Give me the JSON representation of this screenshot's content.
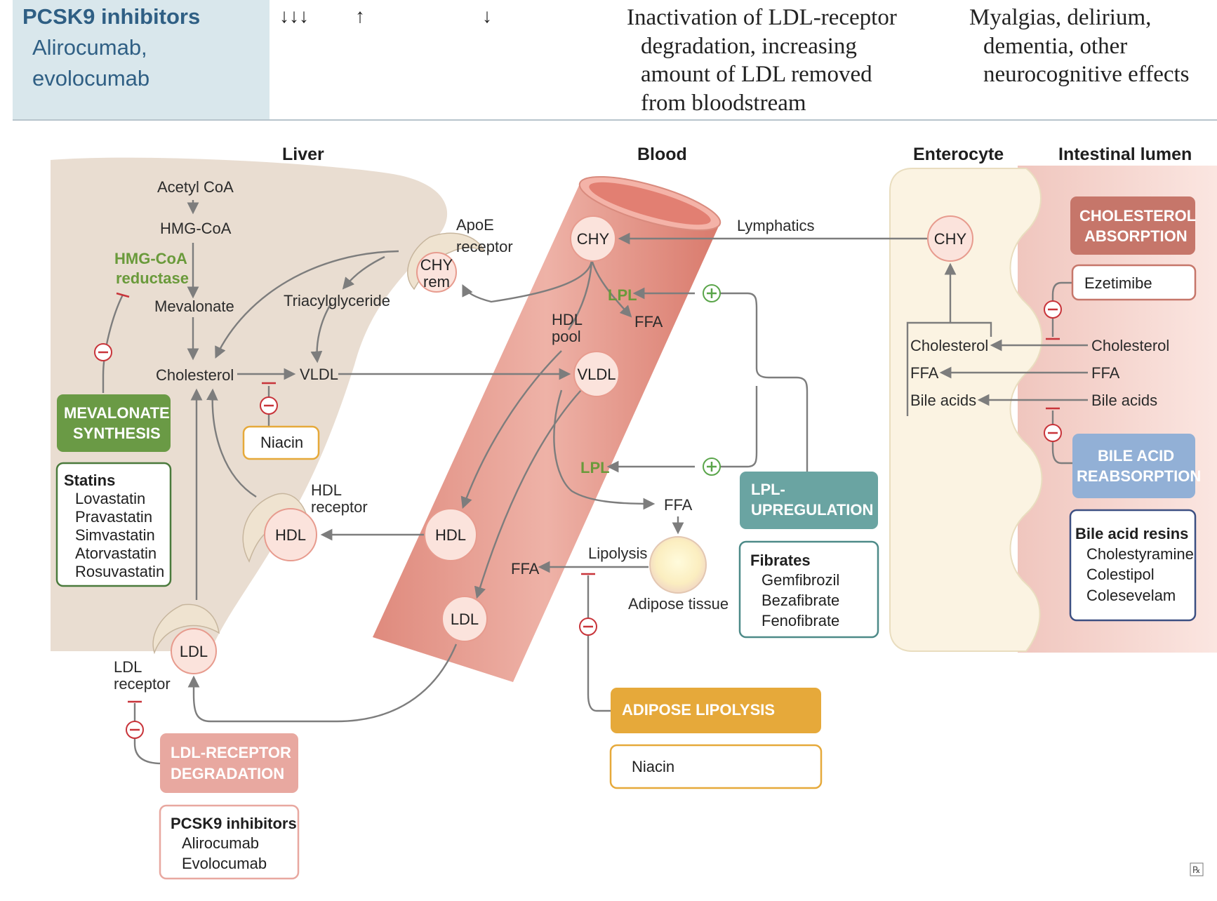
{
  "table_row": {
    "drug_class": "PCSK9 inhibitors",
    "drug_names_line1": "Alirocumab,",
    "drug_names_line2": "evolocumab",
    "ldl_effect": "↓↓↓",
    "hdl_effect": "↑",
    "tg_effect": "↓",
    "mechanism_lines": [
      "Inactivation of LDL-receptor",
      "degradation, increasing",
      "amount of LDL removed",
      "from bloodstream"
    ],
    "adverse_lines": [
      "Myalgias, delirium,",
      "dementia, other",
      "neurocognitive effects"
    ]
  },
  "columns": {
    "liver": "Liver",
    "blood": "Blood",
    "enterocyte": "Enterocyte",
    "lumen": "Intestinal lumen"
  },
  "liver": {
    "acetyl_coa": "Acetyl CoA",
    "hmg_coa": "HMG-CoA",
    "hmg_reductase_1": "HMG-CoA",
    "hmg_reductase_2": "reductase",
    "mevalonate": "Mevalonate",
    "cholesterol": "Cholesterol",
    "vldl": "VLDL",
    "triacylglyceride": "Triacylglyceride",
    "apoe_1": "ApoE",
    "apoe_2": "receptor",
    "chy_rem_1": "CHY",
    "chy_rem_2": "rem",
    "hdl_receptor_1": "HDL",
    "hdl_receptor_2": "receptor",
    "hdl": "HDL",
    "ldl": "LDL",
    "ldl_receptor_1": "LDL",
    "ldl_receptor_2": "receptor"
  },
  "blood": {
    "chy": "CHY",
    "lymphatics": "Lymphatics",
    "lpl_top": "LPL",
    "ffa_top": "FFA",
    "hdl_pool_1": "HDL",
    "hdl_pool_2": "pool",
    "vldl": "VLDL",
    "lpl_mid": "LPL",
    "ffa_mid": "FFA",
    "hdl": "HDL",
    "ldl": "LDL",
    "ffa_left": "FFA",
    "lipolysis": "Lipolysis",
    "adipose": "Adipose tissue"
  },
  "enterocyte": {
    "chy": "CHY",
    "cholesterol": "Cholesterol",
    "ffa": "FFA",
    "bile_acids": "Bile acids"
  },
  "lumen": {
    "cholesterol": "Cholesterol",
    "ffa": "FFA",
    "bile_acids": "Bile acids"
  },
  "boxes": {
    "mevalonate_1": "MEVALONATE",
    "mevalonate_2": "SYNTHESIS",
    "statins_title": "Statins",
    "statins": [
      "Lovastatin",
      "Pravastatin",
      "Simvastatin",
      "Atorvastatin",
      "Rosuvastatin"
    ],
    "niacin_liver": "Niacin",
    "lpl_1": "LPL-",
    "lpl_2": "UPREGULATION",
    "fibrates_title": "Fibrates",
    "fibrates": [
      "Gemfibrozil",
      "Bezafibrate",
      "Fenofibrate"
    ],
    "adipose_title": "ADIPOSE LIPOLYSIS",
    "niacin_adipose": "Niacin",
    "ldlr_1": "LDL-RECEPTOR",
    "ldlr_2": "DEGRADATION",
    "pcsk9_title": "PCSK9 inhibitors",
    "pcsk9": [
      "Alirocumab",
      "Evolocumab"
    ],
    "chol_abs_1": "CHOLESTEROL",
    "chol_abs_2": "ABSORPTION",
    "ezetimibe": "Ezetimibe",
    "bile_reabs_1": "BILE ACID",
    "bile_reabs_2": "REABSORPTION",
    "resins_title": "Bile acid resins",
    "resins": [
      "Cholestyramine",
      "Colestipol",
      "Colesevelam"
    ]
  },
  "colors": {
    "header_band": "#d9e7ec",
    "header_text": "#2f5f84",
    "liver_fill": "#e9ddd1",
    "vessel_fill": "#e79a8d",
    "enterocyte_fill": "#fbf3e2",
    "lumen_fill": "#f5d3cc",
    "green_box": "#6a9a45",
    "teal_box": "#6aa4a2",
    "orange_box": "#e6a93a",
    "pink_box": "#e8a8a0",
    "rose_box": "#c6766a",
    "blue_box": "#92b0d6",
    "lpl_green": "#6a9a3b"
  },
  "icons": {
    "inhibit": "minus-circle-icon",
    "stimulate": "plus-circle-icon",
    "logo": "rx-icon"
  }
}
